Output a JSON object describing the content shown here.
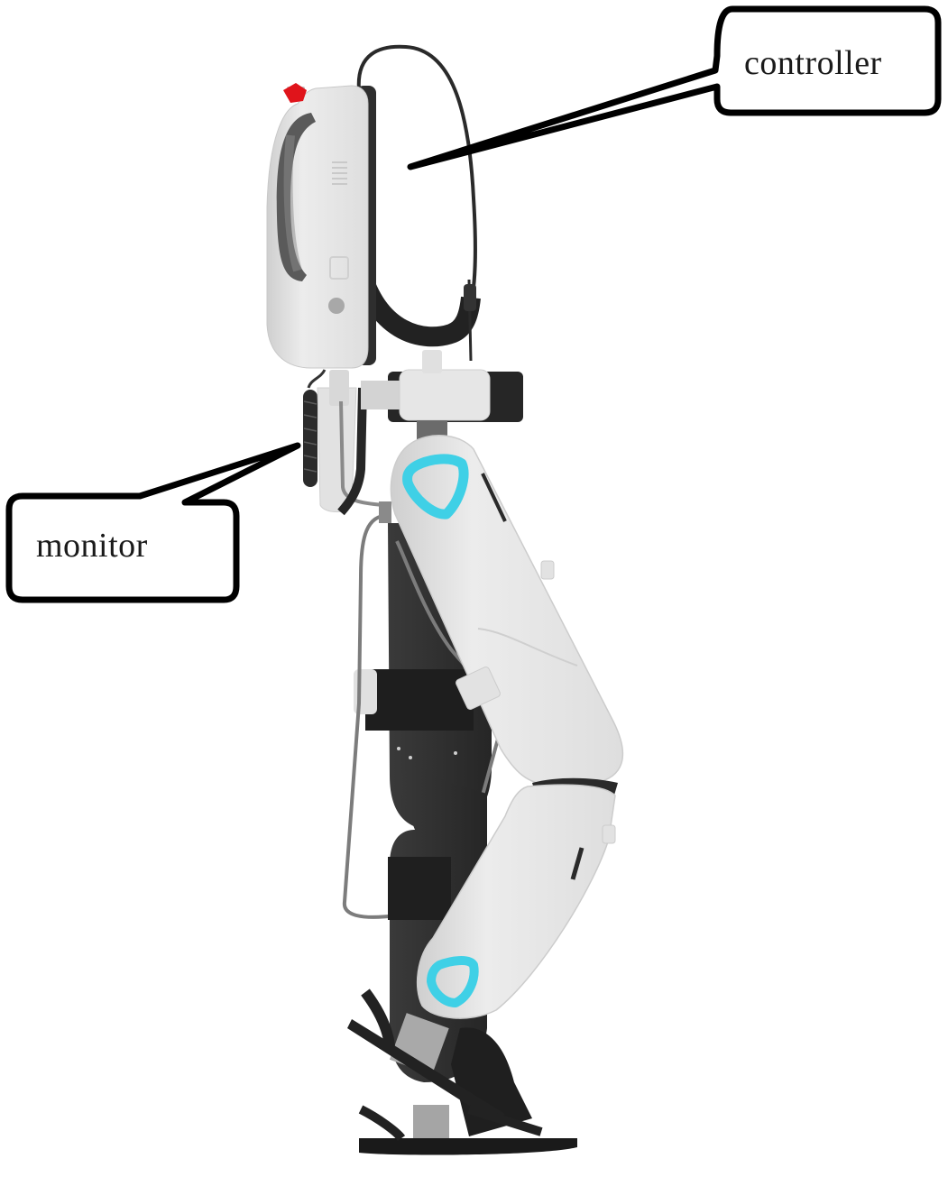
{
  "figure": {
    "subject": "lower-limb exoskeleton robot, side view",
    "callouts": [
      {
        "id": "controller",
        "label": "controller"
      },
      {
        "id": "monitor",
        "label": "monitor"
      }
    ],
    "colors": {
      "background": "#ffffff",
      "shell_white": "#e4e4e4",
      "frame_dark": "#2b2b2b",
      "accent_cyan": "#3fd0e6",
      "emergency_button_red": "#e0141b",
      "callout_stroke": "#000000"
    }
  }
}
